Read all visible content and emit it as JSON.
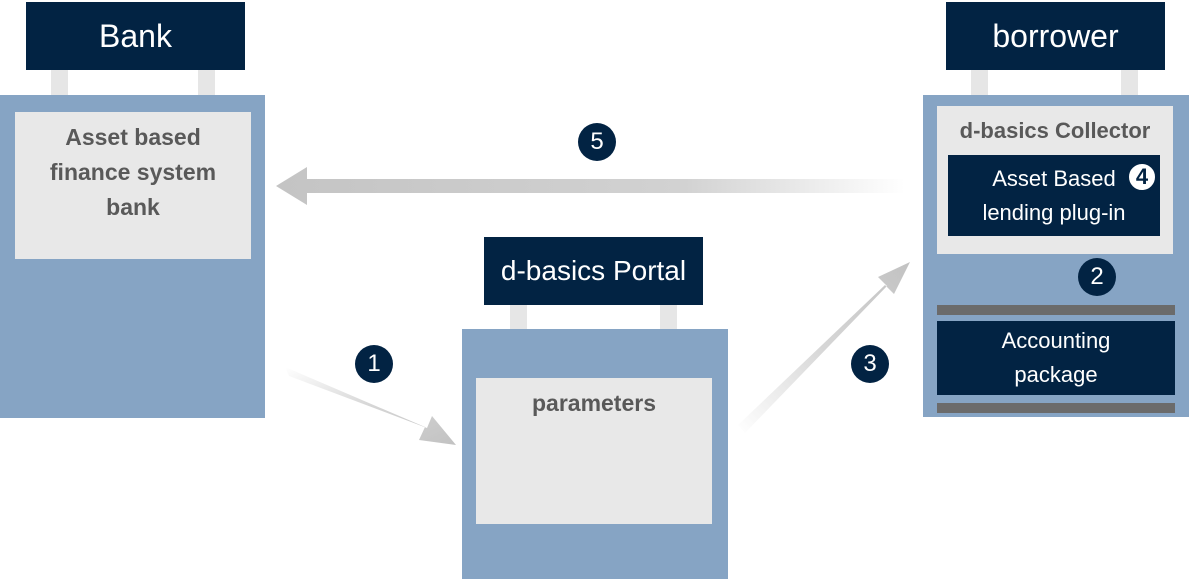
{
  "bank": {
    "title": "Bank",
    "system_label": "Asset based finance system bank"
  },
  "portal": {
    "title": "d-basics Portal",
    "parameters_label": "parameters"
  },
  "borrower": {
    "title": "borrower",
    "collector_label": "d-basics Collector",
    "plugin_label": "Asset Based lending plug-in",
    "accounting_label": "Accounting package"
  },
  "steps": {
    "s1": "1",
    "s2": "2",
    "s3": "3",
    "s4": "4",
    "s5": "5"
  },
  "colors": {
    "navy": "#022343",
    "steel_blue": "#86a4c4",
    "light_gray": "#e8e8e8",
    "arrow_gray": "#c8c8c8"
  }
}
